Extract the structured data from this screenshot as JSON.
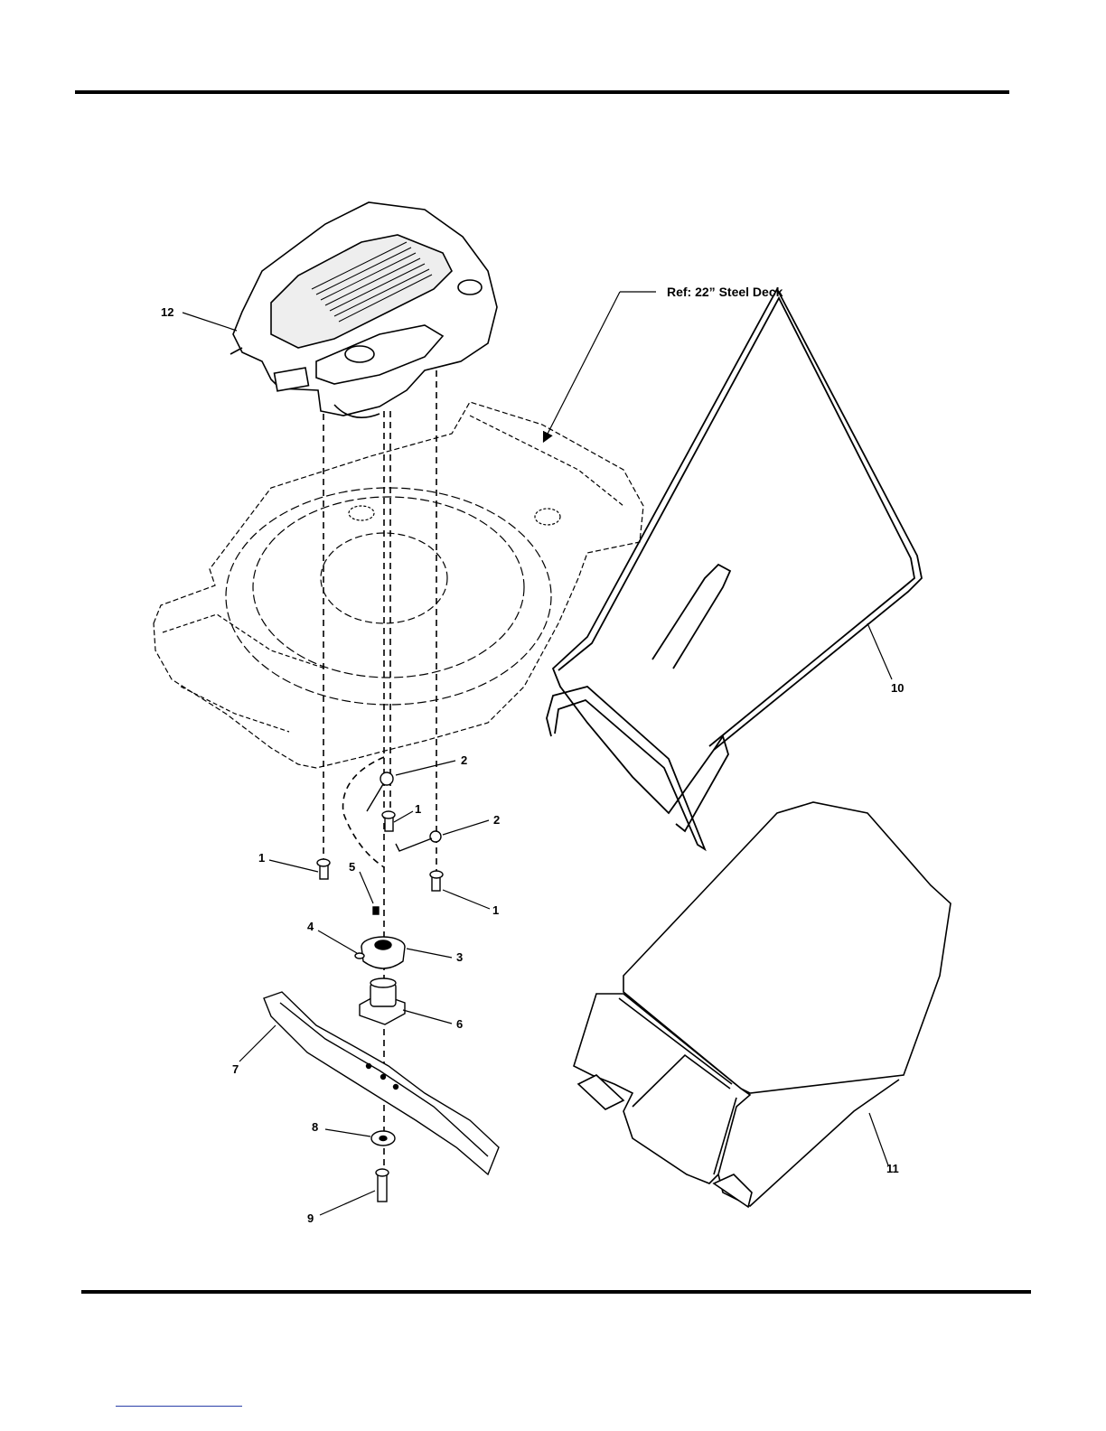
{
  "reference_label": "Ref: 22” Steel Deck",
  "callouts": {
    "c1a": "1",
    "c1b": "1",
    "c1c": "1",
    "c2a": "2",
    "c2b": "2",
    "c3": "3",
    "c4": "4",
    "c5": "5",
    "c6": "6",
    "c7": "7",
    "c8": "8",
    "c9": "9",
    "c10": "10",
    "c11": "11",
    "c12": "12"
  },
  "colors": {
    "ink": "#000000",
    "link": "#2a3ea8"
  }
}
